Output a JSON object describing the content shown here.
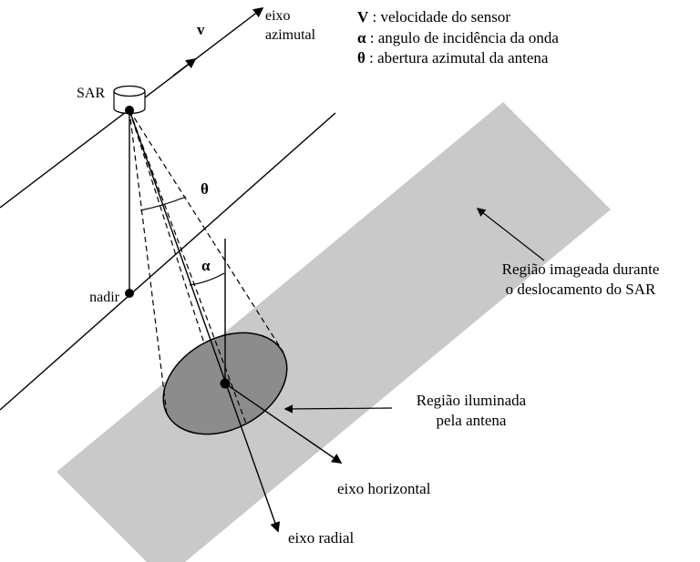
{
  "legend": {
    "v_symbol": "V",
    "v_text": " : velocidade do sensor",
    "alpha_symbol": "α",
    "alpha_text": " : angulo de incidência da onda",
    "theta_symbol": "θ",
    "theta_text": " : abertura azimutal da antena"
  },
  "diagram": {
    "axis_azimuthal_line1": "eixo",
    "axis_azimuthal_line2": "azimutal",
    "velocity_label": "v",
    "sensor_label": "SAR",
    "nadir_label": "nadir",
    "theta_symbol": "θ",
    "alpha_symbol": "α",
    "imaged_region_line1": "Região imageada durante",
    "imaged_region_line2": "o deslocamento do SAR",
    "illuminated_region_line1": "Região iluminada",
    "illuminated_region_line2": "pela antena",
    "axis_horizontal": "eixo horizontal",
    "axis_radial": "eixo radial"
  },
  "colors": {
    "swath_fill": "#c9c9c9",
    "footprint_fill": "#8c8c8c",
    "line_color": "#000000",
    "background": "#ffffff"
  }
}
